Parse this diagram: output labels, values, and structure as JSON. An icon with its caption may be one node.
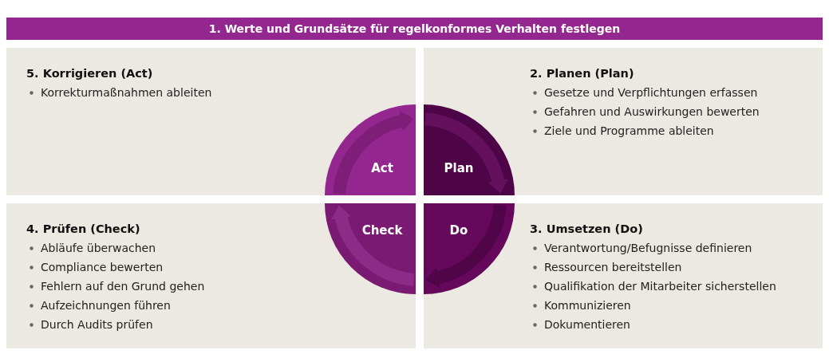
{
  "diagram": {
    "nodes": [
      {
        "text": [
          "1. Werte und Grundsätze für regelkonformes Verhalten festlegen"
        ]
      },
      {
        "text": [
          "5. Korrigieren (Act)",
          "Korrekturmaßnahmen ableiten"
        ]
      },
      {
        "text": [
          "2. Planen (Plan)",
          "Gesetze und Verpflichtungen erfassen",
          "Gefahren und Auswirkungen bewerten",
          "Ziele und Programme ableiten"
        ]
      },
      {
        "text": [
          "4. Prüfen (Check)",
          "Abläufe überwachen",
          "Compliance bewerten",
          "Fehlern auf den Grund gehen",
          "Aufzeichnungen führen",
          "Durch Audits prüfen"
        ]
      },
      {
        "text": [
          "3. Umsetzen (Do)",
          "Verantwortung/Befugnisse definieren",
          "Ressourcen bereitstellen",
          "Qualifikation der Mitarbeiter sicherstellen",
          "Kommunizieren",
          "Dokumentieren"
        ]
      },
      {
        "text": [
          "Act"
        ],
        "in": 1
      },
      {
        "text": [
          "Plan"
        ],
        "in": 2
      },
      {
        "text": [
          "Check"
        ],
        "in": 3
      },
      {
        "text": [
          "Do"
        ],
        "in": 4
      }
    ],
    "edges": [
      {
        "from": 5,
        "to": 6,
        "arrow": "to"
      },
      {
        "from": 6,
        "to": 8,
        "arrow": "to"
      },
      {
        "from": 8,
        "to": 7,
        "arrow": "to"
      },
      {
        "from": 7,
        "to": 5,
        "arrow": "to"
      }
    ]
  }
}
